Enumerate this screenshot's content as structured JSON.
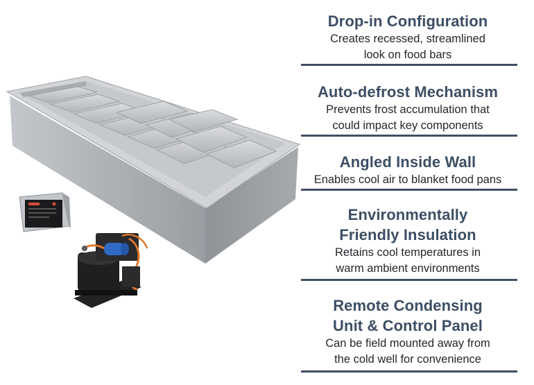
{
  "features": [
    {
      "title": [
        "Drop-in Configuration"
      ],
      "desc": [
        "Creates recessed, streamlined",
        "look on food bars"
      ]
    },
    {
      "title": [
        "Auto-defrost Mechanism"
      ],
      "desc": [
        "Prevents frost accumulation that",
        "could impact key components"
      ]
    },
    {
      "title": [
        "Angled Inside Wall"
      ],
      "desc": [
        "Enables cool air to blanket food pans"
      ]
    },
    {
      "title": [
        "Environmentally",
        "Friendly Insulation"
      ],
      "desc": [
        "Retains cool temperatures in",
        "warm ambient environments"
      ]
    },
    {
      "title": [
        "Remote Condensing",
        "Unit & Control Panel"
      ],
      "desc": [
        "Can be field mounted away from",
        "the cold well for convenience"
      ]
    }
  ],
  "colors": {
    "heading": "#3c4e63",
    "rule": "#3f4f64",
    "text": "#23272b",
    "steel": "#b9bcc0",
    "steel_dark": "#8e9196",
    "copper": "#e0782a",
    "compressor_blue": "#2f6bc4"
  }
}
